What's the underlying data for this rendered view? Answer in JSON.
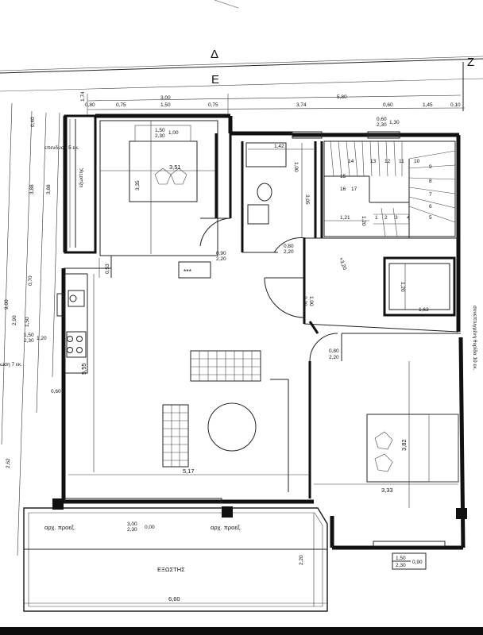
{
  "compass": {
    "north_top": "Δ",
    "north_bottom": "Ε",
    "east": "Z"
  },
  "top_dims": {
    "row1": [
      "3,00",
      "5,80"
    ],
    "row2": [
      "0,80",
      "0,75",
      "1,50",
      "0,75",
      "3,74",
      "0,60",
      "1,45",
      "0,10"
    ],
    "corner": "1,74"
  },
  "left_dims": {
    "outer_total": "9,00",
    "col_a": [
      "3,88",
      "0,70",
      "1,50",
      "2,62"
    ],
    "col_b": [
      "0,40",
      "3,88",
      "2,90",
      "1,20"
    ],
    "small_a": "1,50",
    "small_b": "2,30",
    "bottom_small": "0,60",
    "epend": "επενδυση 5 εκ.",
    "epend2": "ωση 7 εκ."
  },
  "rooms": {
    "bed1_window": [
      "1,50",
      "2,30",
      "1,00"
    ],
    "bed1_width": "3,51",
    "bed1_height": "3,35",
    "bath_width": "1,42",
    "bath_height": "3,05",
    "bath_small": "1,00",
    "window_top_right": [
      "0,60",
      "2,30",
      "1,30"
    ],
    "stairs_numbers": [
      "14",
      "15",
      "16",
      "17",
      "13",
      "12",
      "11",
      "10",
      "9",
      "8",
      "7",
      "6",
      "5",
      "4",
      "3",
      "2",
      "1"
    ],
    "stairs_dim": "1,21",
    "stairs_dim2": "1,20",
    "level": "+3,20",
    "lift_h": "1,20",
    "lift_w": "1,63",
    "door1": [
      "0,90",
      "2,20"
    ],
    "door2": [
      "0,80",
      "2,20"
    ],
    "door3": [
      "1,00",
      "2,20"
    ],
    "door4": [
      "0,80",
      "2,20"
    ],
    "kitchen_dim": "0,53",
    "living_height": "5,55",
    "living_width": "5,17",
    "bed2_height": "3,82",
    "bed2_width": "3,33",
    "right_label": "συνεπτυγμένη θυρίδα 10 εκ.",
    "left_balcony_label": "εξωστης",
    "star_mark": "***"
  },
  "balcony": {
    "label": "ΕΞΩΣΤΗΣ",
    "width": "6,60",
    "depth": "2,20",
    "window_center": [
      "3,00",
      "2,30",
      "0,00"
    ],
    "arx_left": "αρχ. προεξ.",
    "arx_mid": "αρχ. προεξ.",
    "window_right": [
      "1,50",
      "2,30",
      "0,90"
    ]
  }
}
